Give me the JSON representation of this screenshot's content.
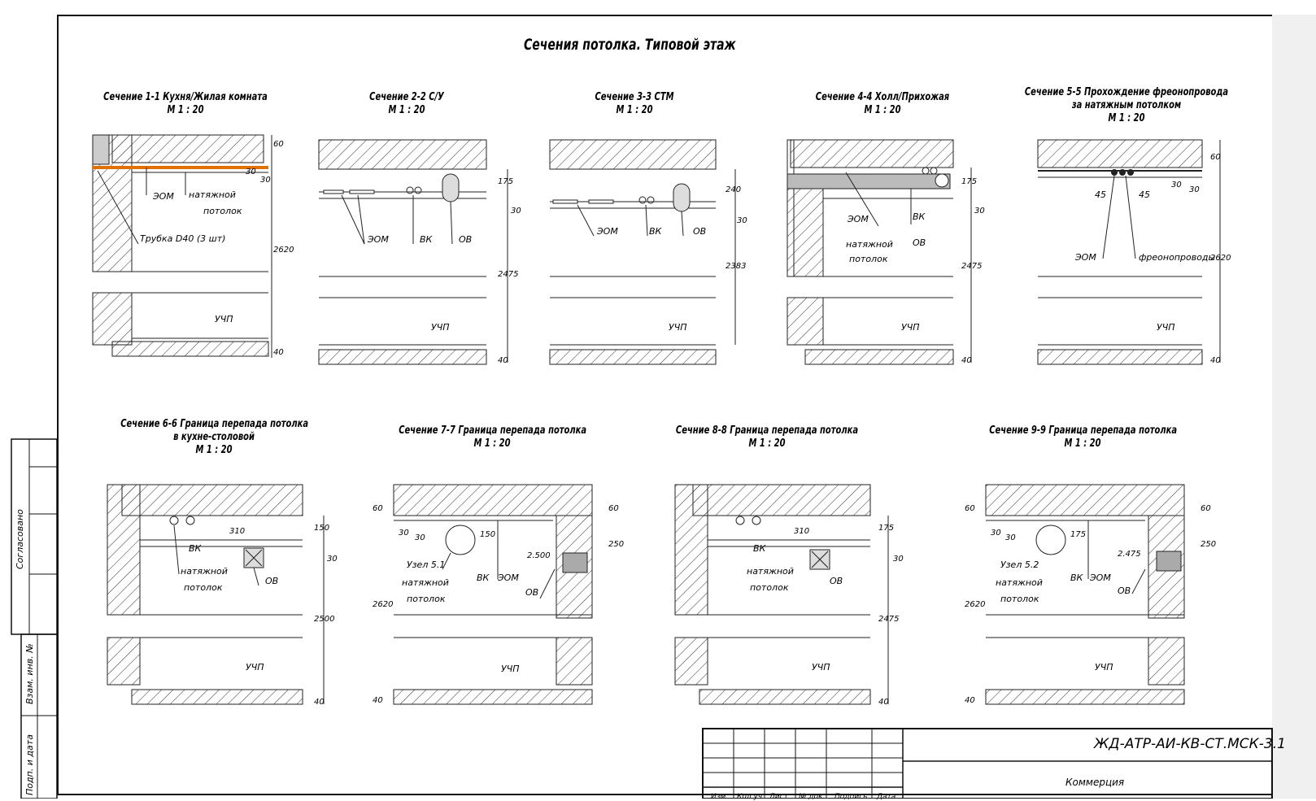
{
  "title": "Сечения потолка. Типовой этаж",
  "sections_row1": [
    {
      "title": "Сечение 1-1 Кухня/Жилая комната",
      "scale": "М 1 : 20",
      "labels": [
        "ЭОМ",
        "натяжной",
        "потолок",
        "Трубка D40 (3 шт)",
        "УЧП"
      ],
      "dims": [
        "60",
        "30",
        "30",
        "2620",
        "40"
      ]
    },
    {
      "title": "Сечение 2-2  С/У",
      "scale": "М 1 : 20",
      "labels": [
        "ЭОМ",
        "ВК",
        "ОВ",
        "УЧП"
      ],
      "dims": [
        "175",
        "30",
        "2475",
        "40"
      ]
    },
    {
      "title": "Сечение 3-3 СТМ",
      "scale": "М 1 : 20",
      "labels": [
        "ЭОМ",
        "ВК",
        "ОВ",
        "УЧП"
      ],
      "dims": [
        "240",
        "30",
        "2383"
      ]
    },
    {
      "title": "Сечение 4-4 Холл/Прихожая",
      "scale": "М 1 : 20",
      "labels": [
        "ЭОМ",
        "ВК",
        "натяжной",
        "потолок",
        "ОВ",
        "УЧП"
      ],
      "dims": [
        "175",
        "30",
        "2475",
        "40"
      ]
    },
    {
      "title": "Сечение 5-5 Прохождение фреонопровода",
      "title2": "за натяжным потолком",
      "scale": "М 1 : 20",
      "labels": [
        "45",
        "45",
        "ЭОМ",
        "фреонопроводы",
        "УЧП"
      ],
      "dims": [
        "60",
        "30",
        "30",
        "2620",
        "40"
      ]
    }
  ],
  "sections_row2": [
    {
      "title": "Сечение 6-6 Граница перепада потолка",
      "title2": "в кухне-столовой",
      "scale": "М 1 : 20",
      "labels": [
        "ВК",
        "натяжной",
        "потолок",
        "ОВ",
        "УЧП"
      ],
      "dims": [
        "310",
        "150",
        "30",
        "2500",
        "40"
      ]
    },
    {
      "title": "Сечение 7-7 Граница перепада потолка",
      "scale": "М 1 : 20",
      "labels": [
        "Узел 5.1",
        "натяжной",
        "потолок",
        "ВК",
        "ЭОМ",
        "ОВ",
        "2.500",
        "УЧП"
      ],
      "dims": [
        "60",
        "30",
        "30",
        "150",
        "250",
        "60",
        "2620",
        "40"
      ]
    },
    {
      "title": "Сечние 8-8 Граница перепада потолка",
      "scale": "М 1 : 20",
      "labels": [
        "ВК",
        "натяжной",
        "потолок",
        "ОВ",
        "УЧП"
      ],
      "dims": [
        "310",
        "175",
        "30",
        "2475",
        "40"
      ]
    },
    {
      "title": "Сечение 9-9 Граница перепада потолка",
      "scale": "М 1 : 20",
      "labels": [
        "Узел 5.2",
        "натяжной",
        "потолок",
        "ВК",
        "ЭОМ",
        "ОВ",
        "2.475",
        "УЧП"
      ],
      "dims": [
        "60",
        "30",
        "30",
        "175",
        "250",
        "60",
        "2620",
        "40"
      ]
    }
  ],
  "stamp": {
    "code": "ЖД-АТР-АИ-КВ-СТ.МСК-3.1",
    "company": "Коммерция",
    "headers": [
      "Изм.",
      "Кол.уч",
      "Лист",
      "№ док.",
      "Подпись",
      "Дата"
    ]
  },
  "left_side": [
    "Согласовано",
    "Взам. инв. №",
    "Подп. и дата"
  ]
}
